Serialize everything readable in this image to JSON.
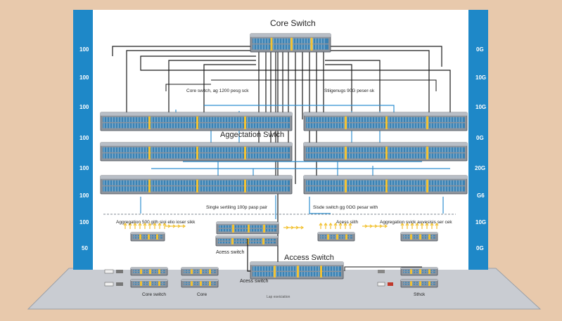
{
  "title": "Core Switch",
  "labels": {
    "core_note_left": "Core switch, ag 1200 pesg sck",
    "core_note_right": "Stiigenugs 90G peser-sk",
    "aggregation": "Aggectation Swtch",
    "single_left": "Single sertiling 100p pasp pair",
    "single_right": "Sisde switch gg 0OG pesar with",
    "agg_left_note": "Aggregation 500 gith sioi elio ioser sikk",
    "access_note_mid": "Acess siith",
    "agg_right_note": "Aggregation svick auvesisis ser cek",
    "access_small": "Acess switch",
    "access_switch": "Access Switch",
    "access_bottom": "Acess switch",
    "floor_core_switch": "Core switch",
    "floor_core": "Core",
    "floor_center": "Lap eseiciation",
    "floor_right": "Sthck"
  },
  "left_bar": [
    "100",
    "100",
    "100",
    "100",
    "100",
    "100",
    "100",
    "50"
  ],
  "right_bar": [
    "0G",
    "10G",
    "10G",
    "0G",
    "20G",
    "G6",
    "10G",
    "0G"
  ],
  "colors": {
    "wall": "#ffffff",
    "bar_blue": "#1e88c8",
    "background": "#e8c9ac",
    "floor": "#c9ccd2",
    "switch_body": "#8e949c",
    "port_blue": "#2c7fb8",
    "link_black": "#1a1a1a",
    "link_blue": "#2f8fd0",
    "link_yellow": "#f2c233"
  }
}
